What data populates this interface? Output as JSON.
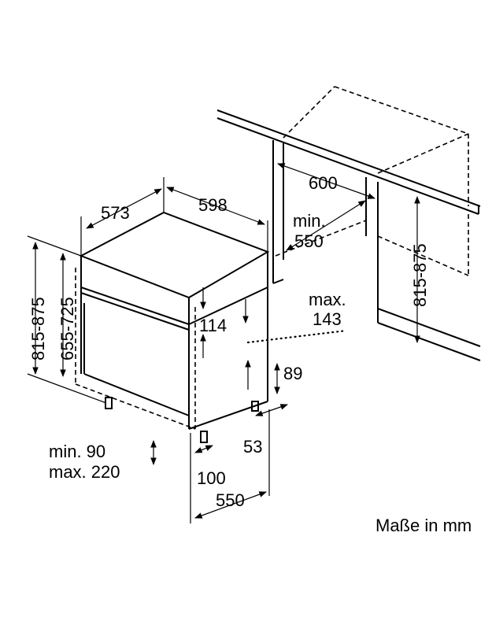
{
  "diagram": {
    "labels": {
      "depth_573": "573",
      "width_598": "598",
      "niche_width": "600",
      "niche_depth_min": "min.",
      "niche_depth_value": "550",
      "niche_height": "815-875",
      "panel_max": "max.",
      "panel_max_value": "143",
      "total_height": "815-875",
      "body_height": "655-725",
      "panel_114": "114",
      "plinth_89": "89",
      "foot_53": "53",
      "plinth_min": "min. 90",
      "plinth_max": "max. 220",
      "depth_100": "100",
      "depth_550": "550",
      "units_note": "Maße in mm"
    }
  }
}
